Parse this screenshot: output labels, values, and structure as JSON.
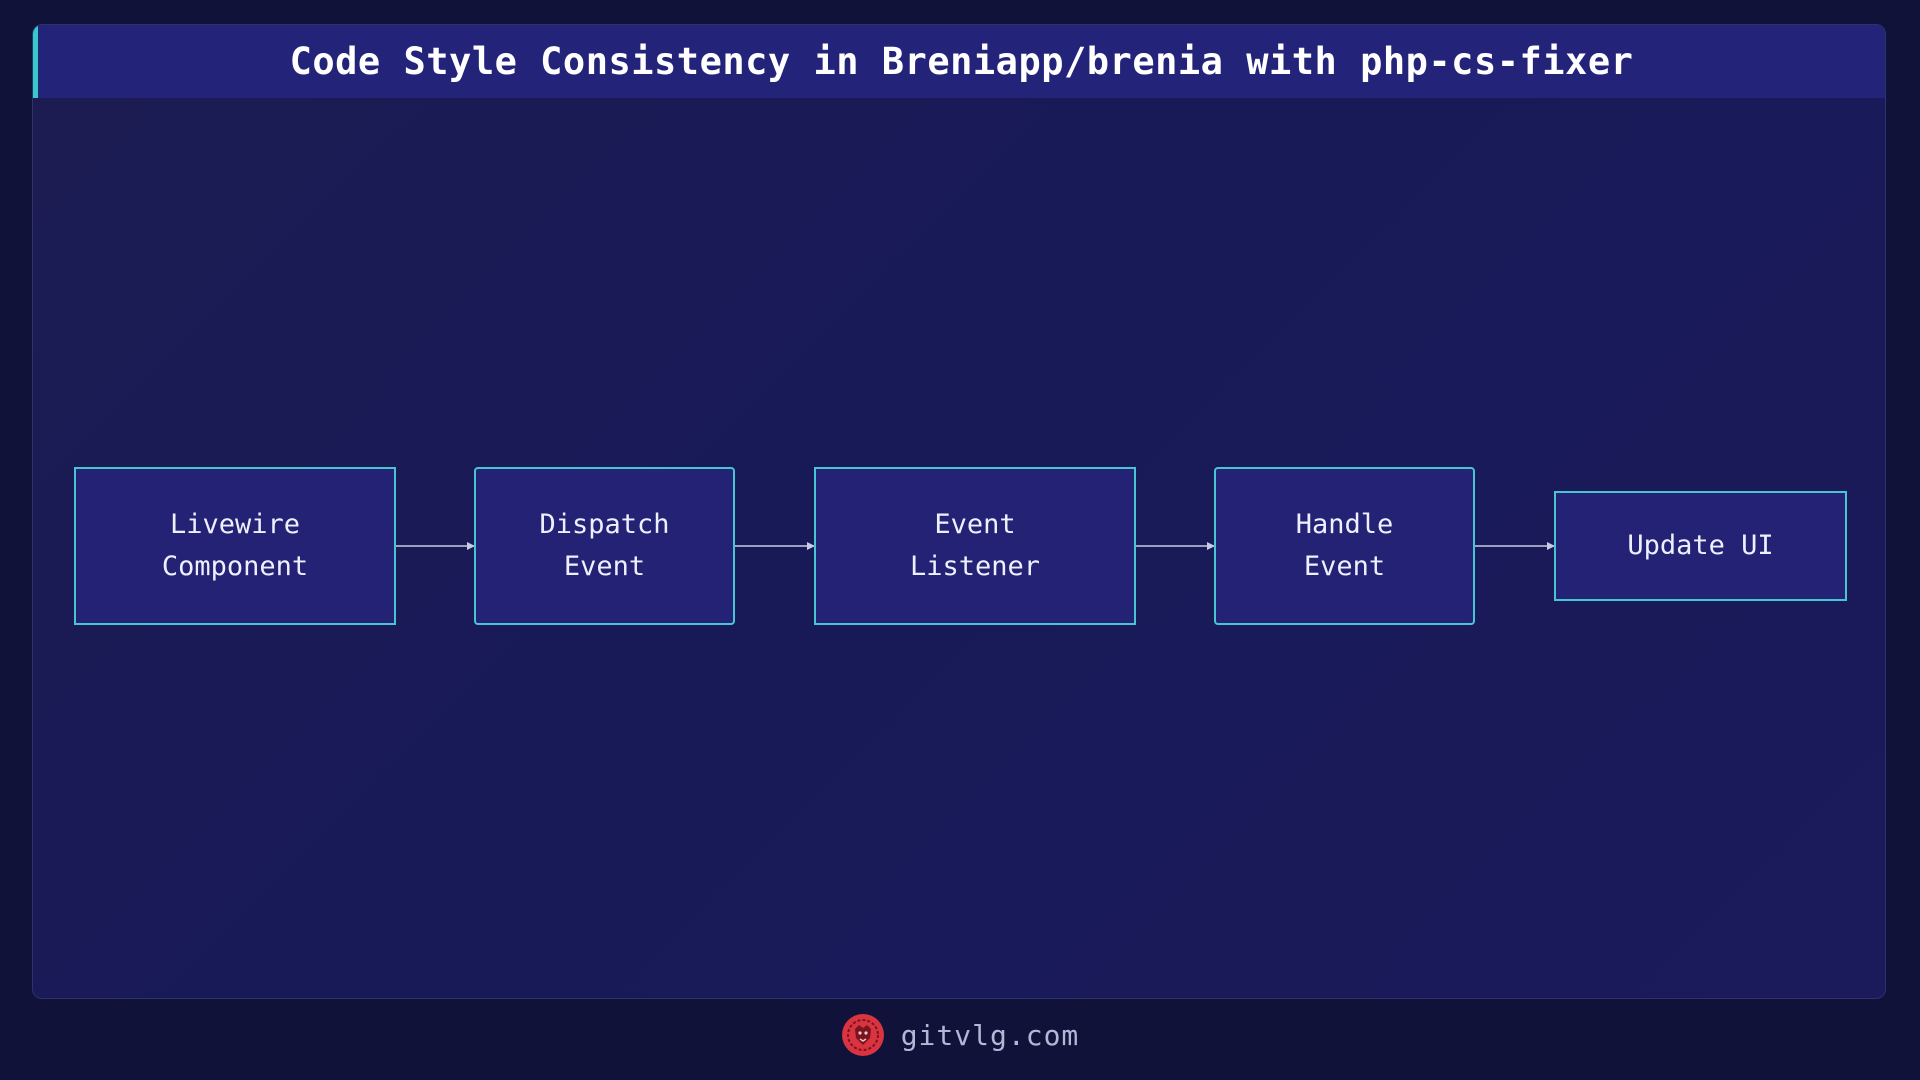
{
  "header": {
    "title": "Code Style Consistency in Breniapp/brenia with php-cs-fixer"
  },
  "diagram": {
    "nodes": [
      {
        "id": "livewire",
        "label": "Livewire\nComponent"
      },
      {
        "id": "dispatch",
        "label": "Dispatch\nEvent"
      },
      {
        "id": "listener",
        "label": "Event\nListener"
      },
      {
        "id": "handle",
        "label": "Handle\nEvent"
      },
      {
        "id": "update",
        "label": "Update UI"
      }
    ],
    "edges": [
      {
        "from": "livewire",
        "to": "dispatch"
      },
      {
        "from": "dispatch",
        "to": "listener"
      },
      {
        "from": "listener",
        "to": "handle"
      },
      {
        "from": "handle",
        "to": "update"
      }
    ]
  },
  "footer": {
    "site": "gitvlg.com",
    "logo_icon": "lion-head-icon"
  },
  "colors": {
    "background": "#10123a",
    "header": "#23237a",
    "accent": "#36c9c9",
    "node_fill": "#242274",
    "node_border": "#48c5d2",
    "logo": "#d9343f"
  }
}
